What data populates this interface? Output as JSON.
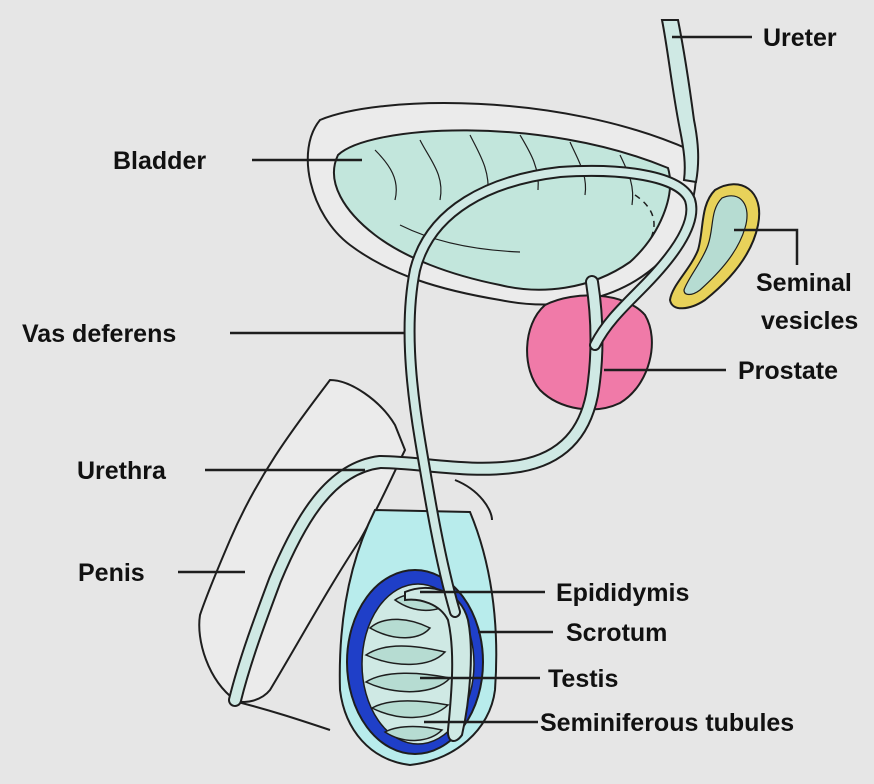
{
  "labels": {
    "ureter": "Ureter",
    "bladder": "Bladder",
    "seminal_vesicles_line1": "Seminal",
    "seminal_vesicles_line2": "vesicles",
    "vas_deferens": "Vas deferens",
    "prostate": "Prostate",
    "urethra": "Urethra",
    "penis": "Penis",
    "epididymis": "Epididymis",
    "scrotum": "Scrotum",
    "testis": "Testis",
    "seminiferous_tubules": "Seminiferous tubules"
  },
  "colors": {
    "background": "#e6e6e6",
    "outline": "#1e1e1e",
    "bladder_fill": "#c2e6dc",
    "tissue_fill": "#cfe9e4",
    "scrotum_fill": "#b8ecec",
    "testis_fill": "#1f3fc8",
    "prostate_fill": "#f07aa8",
    "vesicle_fill": "#e8d25a"
  }
}
